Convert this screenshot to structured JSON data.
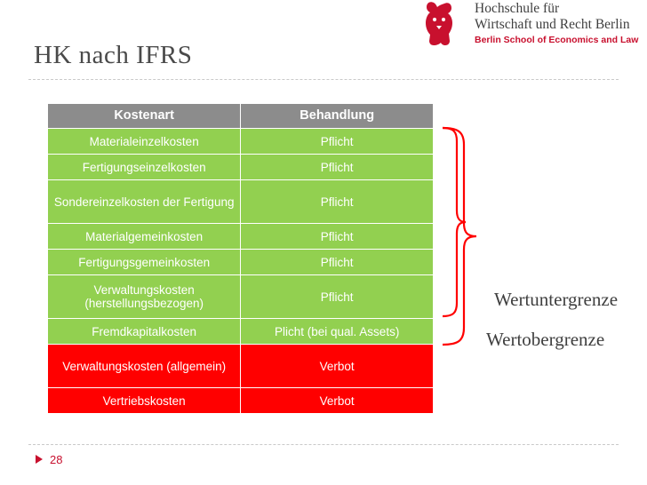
{
  "logo": {
    "line1": "Hochschule für",
    "line2": "Wirtschaft und Recht Berlin",
    "line3": "Berlin School of Economics and Law",
    "mark": "bear-icon",
    "accent": "#c8102e"
  },
  "slide": {
    "title": "HK nach IFRS",
    "page_number": "28"
  },
  "table": {
    "headers": [
      "Kostenart",
      "Behandlung"
    ],
    "rows": [
      {
        "kostenart": "Materialeinzelkosten",
        "behandlung": "Pflicht",
        "color": "green",
        "tall": false
      },
      {
        "kostenart": "Fertigungseinzelkosten",
        "behandlung": "Pflicht",
        "color": "green",
        "tall": false
      },
      {
        "kostenart": "Sondereinzelkosten der Fertigung",
        "behandlung": "Pflicht",
        "color": "green",
        "tall": true
      },
      {
        "kostenart": "Materialgemeinkosten",
        "behandlung": "Pflicht",
        "color": "green",
        "tall": false
      },
      {
        "kostenart": "Fertigungsgemeinkosten",
        "behandlung": "Pflicht",
        "color": "green",
        "tall": false
      },
      {
        "kostenart": "Verwaltungskosten (herstellungsbezogen)",
        "behandlung": "Pflicht",
        "color": "green",
        "tall": true
      },
      {
        "kostenart": "Fremdkapitalkosten",
        "behandlung": "Plicht (bei qual. Assets)",
        "color": "green",
        "tall": false
      },
      {
        "kostenart": "Verwaltungskosten (allgemein)",
        "behandlung": "Verbot",
        "color": "red",
        "tall": true
      },
      {
        "kostenart": "Vertriebskosten",
        "behandlung": "Verbot",
        "color": "red",
        "tall": false
      }
    ],
    "header_color": "#8c8c8c",
    "green": "#92d050",
    "red": "#ff0000"
  },
  "annotations": {
    "upper": "Wertuntergrenze",
    "lower": "Wertobergrenze",
    "bracket_color": "#ff0000"
  }
}
